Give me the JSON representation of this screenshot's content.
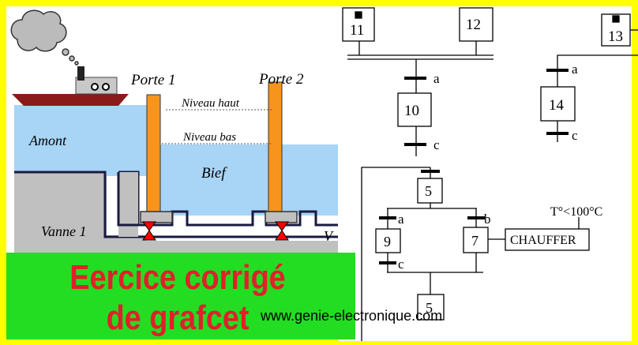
{
  "canal": {
    "porte1": "Porte 1",
    "porte2": "Porte 2",
    "niveau_haut": "Niveau haut",
    "niveau_bas": "Niveau bas",
    "amont": "Amont",
    "bief": "Bief",
    "vanne1": "Vanne 1",
    "vanne2_partial": "V"
  },
  "grafcet": {
    "steps": {
      "s11": "11",
      "s12": "12",
      "s13": "13",
      "s10": "10",
      "s14": "14",
      "s5_top": "5",
      "s9": "9",
      "s7": "7",
      "s5_bottom": "5"
    },
    "transitions": {
      "t_a1": "a",
      "t_c1": "c",
      "t_a2": "a",
      "t_c2": "c",
      "t_a3": "a",
      "t_b": "b",
      "t_c3": "c"
    },
    "action": "CHAUFFER",
    "condition": "T°<100°C"
  },
  "banner": {
    "line1": "Eercice corrigé",
    "line2": "de grafcet"
  },
  "website": "www.genie-electronique.com",
  "colors": {
    "border": "#ffff00",
    "water": "#a8d4f5",
    "ground": "#c0c0c0",
    "gate": "#f7941d",
    "banner_bg": "#22dd22",
    "banner_text": "#e0202a",
    "valve": "#ff0000",
    "boat_hull": "#8b1a1a"
  }
}
